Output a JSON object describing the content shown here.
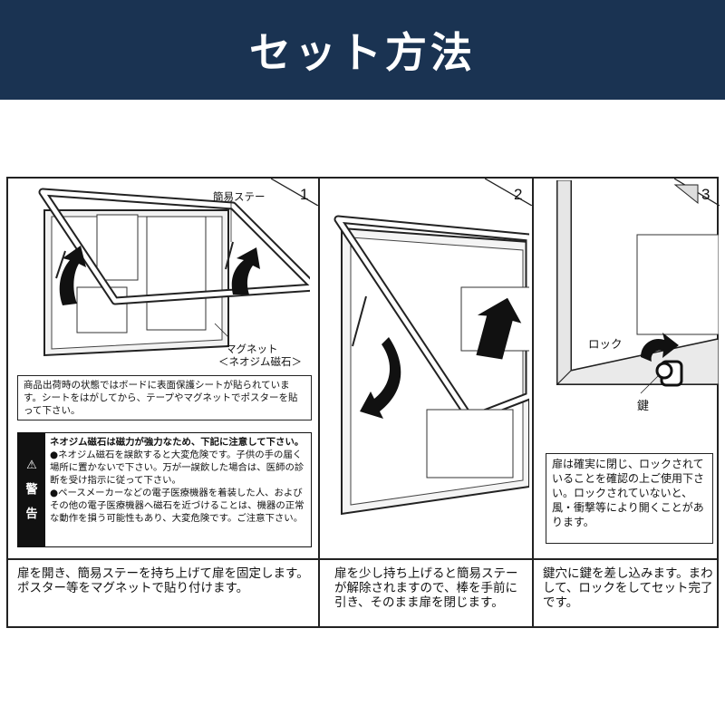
{
  "title": "セット方法",
  "steps": [
    {
      "number": "1",
      "stay_label": "簡易ステー",
      "magnet_label": "マグネット",
      "magnet_sub": "＜ネオジム磁石＞",
      "note": "商品出荷時の状態ではボードに表面保護シートが貼られています。シートをはがしてから、テープやマグネットでポスターを貼って下さい。",
      "warning": {
        "side_label": [
          "警",
          "告"
        ],
        "heading": "ネオジム磁石は磁力が強力なため、下記に注意して下さい。",
        "items": [
          "●ネオジム磁石を誤飲すると大変危険です。子供の手の届く場所に置かないで下さい。万が一誤飲した場合は、医師の診断を受け指示に従って下さい。",
          "●ペースメーカーなどの電子医療機器を着装した人、およびその他の電子医療機器へ磁石を近づけることは、機器の正常な動作を損う可能性もあり、大変危険です。ご注意下さい。"
        ]
      },
      "caption": "扉を開き、簡易ステーを持ち上げて扉を固定します。ポスター等をマグネットで貼り付けます。"
    },
    {
      "number": "2",
      "caption": "扉を少し持ち上げると簡易ステーが解除されますので、棒を手前に引き、そのまま扉を閉じます。"
    },
    {
      "number": "3",
      "lock_label": "ロック",
      "key_label": "鍵",
      "note": "扉は確実に閉じ、ロックされていることを確認の上ご使用下さい。ロックされていないと、風・衝撃等により開くことがあります。",
      "caption": "鍵穴に鍵を差し込みます。まわして、ロックをしてセット完了です。"
    }
  ]
}
